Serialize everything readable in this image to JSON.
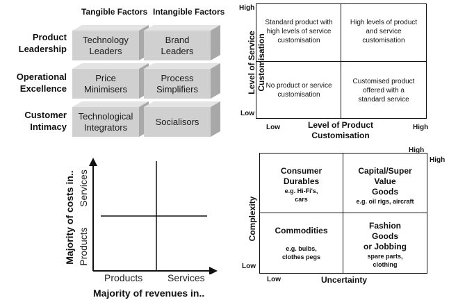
{
  "cube_grid": {
    "col_headers": [
      "Tangible Factors",
      "Intangible Factors"
    ],
    "rows": [
      {
        "label_lines": [
          "Product",
          "Leadership"
        ],
        "cells": [
          [
            "Technology",
            "Leaders"
          ],
          [
            "Brand",
            "Leaders"
          ]
        ]
      },
      {
        "label_lines": [
          "Operational",
          "Excellence"
        ],
        "cells": [
          [
            "Price",
            "Minimisers"
          ],
          [
            "Process",
            "Simplifiers"
          ]
        ]
      },
      {
        "label_lines": [
          "Customer",
          "Intimacy"
        ],
        "cells": [
          [
            "Technological",
            "Integrators"
          ],
          [
            "Socialisors"
          ]
        ]
      }
    ],
    "colors": {
      "front": "#d0d0d0",
      "top": "#e4e4e4",
      "side": "#a8a8a8"
    }
  },
  "service_matrix": {
    "y_axis_label": [
      "Level of Service",
      "Customisation"
    ],
    "y_high": "High",
    "y_low": "Low",
    "x_axis_label": [
      "Level of Product",
      "Customisation"
    ],
    "x_low": "Low",
    "x_high": "High",
    "quadrants": {
      "top_left": [
        "Standard product with",
        "high levels of service",
        "customisation"
      ],
      "top_right": [
        "High levels of product",
        "and service",
        "customisation"
      ],
      "bottom_left": [
        "No product or service",
        "customisation"
      ],
      "bottom_right": [
        "Customised product",
        "offered with a",
        "standard  service"
      ]
    }
  },
  "cost_revenue": {
    "y_axis_label": "Majority of costs in..",
    "y_ticks": [
      "Products",
      "Services"
    ],
    "x_axis_label": "Majority of revenues in..",
    "x_ticks": [
      "Products",
      "Services"
    ]
  },
  "complexity_matrix": {
    "y_axis_label": "Complexity",
    "y_low": "Low",
    "y_high": "High",
    "x_axis_label": "Uncertainty",
    "x_low": "Low",
    "x_high": "High",
    "quadrants": {
      "top_left": {
        "title": [
          "Consumer",
          "Durables"
        ],
        "examples": [
          "e.g. Hi-Fi's,",
          "cars"
        ]
      },
      "top_right": {
        "title": [
          "Capital/Super",
          "Value",
          "Goods"
        ],
        "examples": [
          "e.g.  oil rigs, aircraft"
        ]
      },
      "bottom_left": {
        "title": [
          "Commodities"
        ],
        "examples": [
          "e.g. bulbs,",
          "clothes pegs"
        ]
      },
      "bottom_right": {
        "title": [
          "Fashion",
          "Goods",
          "or Jobbing"
        ],
        "examples": [
          "spare parts,",
          "clothing"
        ]
      }
    }
  }
}
